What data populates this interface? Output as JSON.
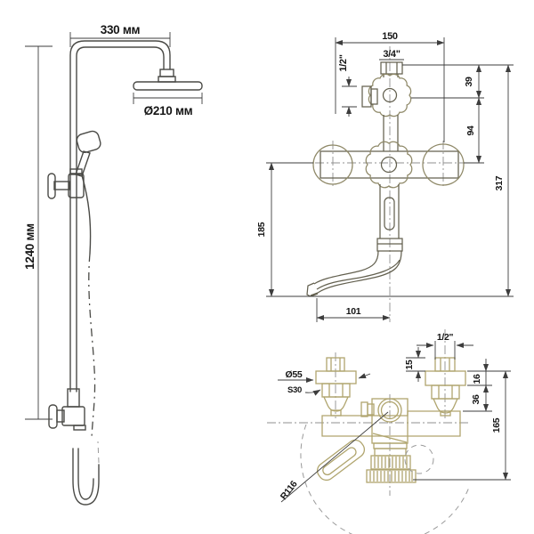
{
  "drawing": {
    "left_view": {
      "arm_width": "330 мм",
      "head_diameter": "Ø210 мм",
      "column_height": "1240 мм"
    },
    "front_view": {
      "width_150": "150",
      "thread_34": "3/4\"",
      "thread_12": "1/2\"",
      "dim_39": "39",
      "dim_94": "94",
      "height_317": "317",
      "drop_185": "185",
      "reach_101": "101"
    },
    "side_view": {
      "thread_12": "1/2\"",
      "dim_15": "15",
      "dim_16": "16",
      "dim_36": "36",
      "dim_165": "165",
      "flange_dia": "Ø55",
      "wrench_size": "S30",
      "radius_116": "R116"
    },
    "colors": {
      "background": "#ffffff",
      "outline_dark": "#4a4a46",
      "fixture_olive": "#b0a56e",
      "dimension": "#3d3d3d",
      "centerline": "#8f8f8f"
    }
  }
}
